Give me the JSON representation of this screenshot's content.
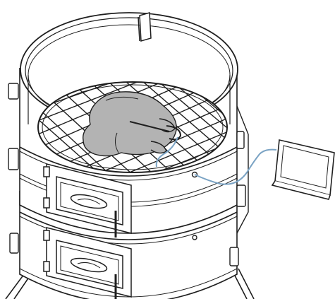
{
  "figure": {
    "subject": "",
    "parts": {
      "smoker_body": "smoker-body",
      "cooking_grate": "cooking-grate",
      "food_item": "whole-chicken",
      "temperature_probe": "temperature-probe",
      "probe_cable": "probe-cable",
      "remote_receiver": "remote-receiver",
      "upper_access_door": "upper-access-door",
      "lower_access_door": "lower-access-door",
      "lid_handle": "lid-handle",
      "legs": "smoker-legs"
    },
    "colors": {
      "outline": "#1f1f1f",
      "food_fill": "#b3b3b3",
      "probe_cable": "#7aa3c4",
      "metal_fill": "#ffffff"
    }
  }
}
